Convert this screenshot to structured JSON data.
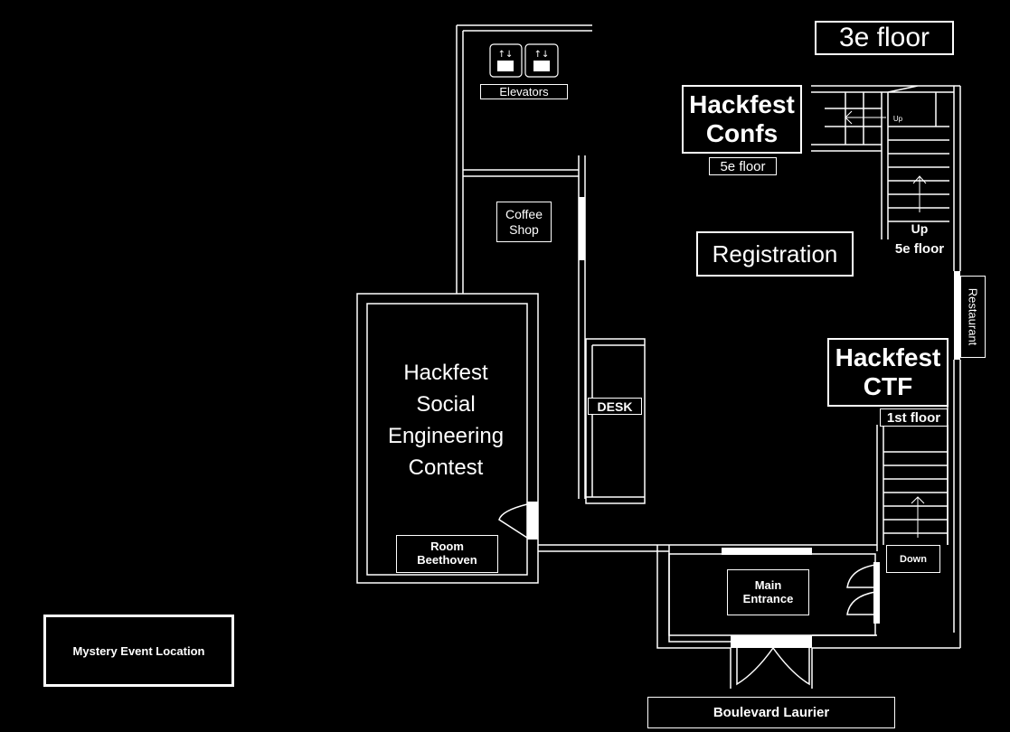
{
  "map": {
    "floor_title": "3e floor",
    "rooms": {
      "elevators": "Elevators",
      "coffee_shop_line1": "Coffee",
      "coffee_shop_line2": "Shop",
      "registration": "Registration",
      "restaurant": "Restaurant",
      "desk": "DESK",
      "social_engineering_line1": "Hackfest",
      "social_engineering_line2": "Social",
      "social_engineering_line3": "Engineering",
      "social_engineering_line4": "Contest",
      "room_beethoven_line1": "Room",
      "room_beethoven_line2": "Beethoven",
      "main_entrance_line1": "Main",
      "main_entrance_line2": "Entrance",
      "boulevard": "Boulevard Laurier"
    },
    "confs": {
      "line1": "Hackfest",
      "line2": "Confs",
      "floor": "5e floor"
    },
    "ctf": {
      "line1": "Hackfest",
      "line2": "CTF",
      "floor": "1st floor"
    },
    "stairs": {
      "up_small": "Up",
      "up": "Up",
      "up_floor": "5e floor",
      "down": "Down"
    },
    "legend": {
      "mystery": "Mystery Event Location"
    }
  }
}
